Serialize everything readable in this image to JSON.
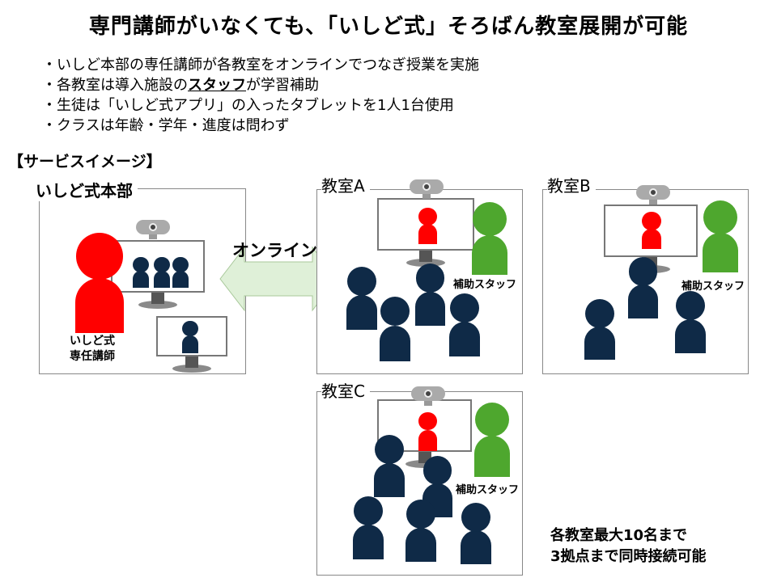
{
  "title": "専門講師がいなくても、「いしど式」そろばん教室展開が可能",
  "bullets": [
    {
      "pre": "・いしど本部の専任講師が各教室をオンラインでつなぎ授業を実施",
      "bold": "",
      "post": ""
    },
    {
      "pre": "・各教室は導入施設の",
      "bold": "スタッフ",
      "post": "が学習補助"
    },
    {
      "pre": "・生徒は「いしど式アプリ」の入ったタブレットを1人1台使用",
      "bold": "",
      "post": ""
    },
    {
      "pre": "・クラスは年齢・学年・進度は問わず",
      "bold": "",
      "post": ""
    }
  ],
  "section_title": "【サービスイメージ】",
  "hq": {
    "label": "いしど式本部",
    "teacher_line1": "いしど式",
    "teacher_line2": "専任講師"
  },
  "online_label": "オンライン",
  "classrooms": [
    {
      "label": "教室A",
      "staff_label": "補助スタッフ"
    },
    {
      "label": "教室B",
      "staff_label": "補助スタッフ"
    },
    {
      "label": "教室C",
      "staff_label": "補助スタッフ"
    }
  ],
  "notes": [
    "各教室最大10名まで",
    "3拠点まで同時接続可能"
  ],
  "colors": {
    "teacher": "#ff0000",
    "student": "#0f2a47",
    "staff": "#4ea72e",
    "arrow": "#dff0d8"
  }
}
